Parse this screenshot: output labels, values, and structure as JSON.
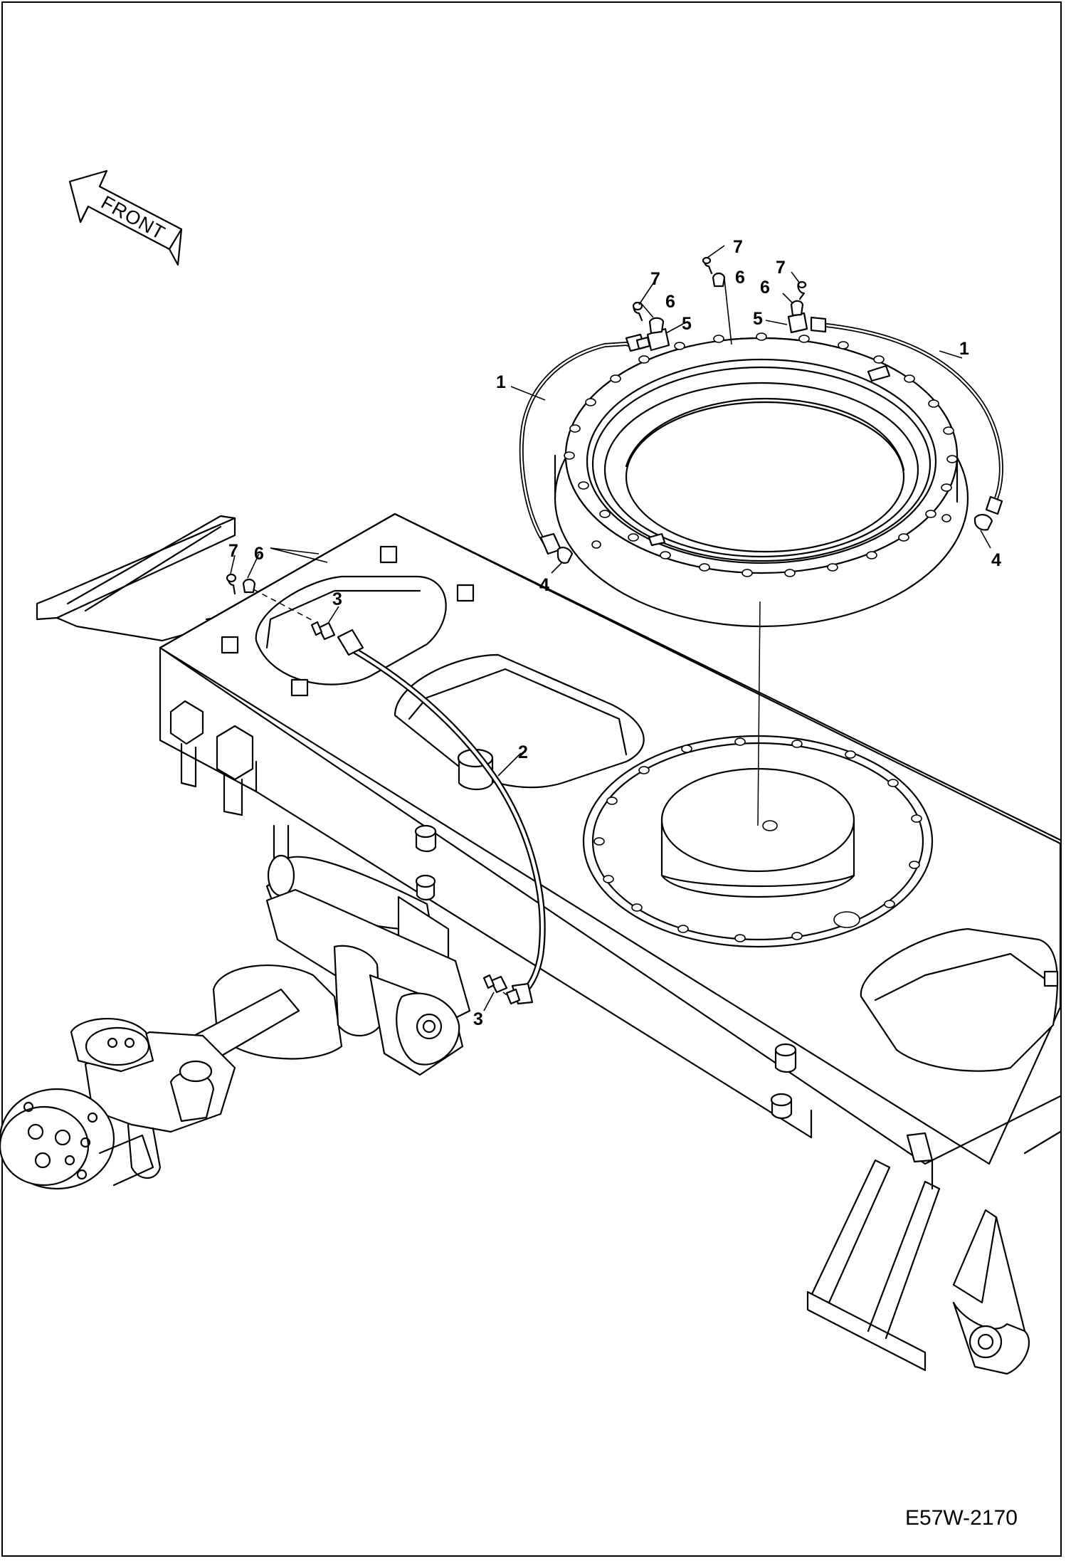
{
  "diagram": {
    "front_label": "FRONT",
    "drawing_code": "E57W-2170",
    "callouts": [
      "1",
      "1",
      "2",
      "3",
      "3",
      "4",
      "4",
      "5",
      "5",
      "6",
      "6",
      "6",
      "6",
      "7",
      "7",
      "7",
      "7"
    ]
  }
}
